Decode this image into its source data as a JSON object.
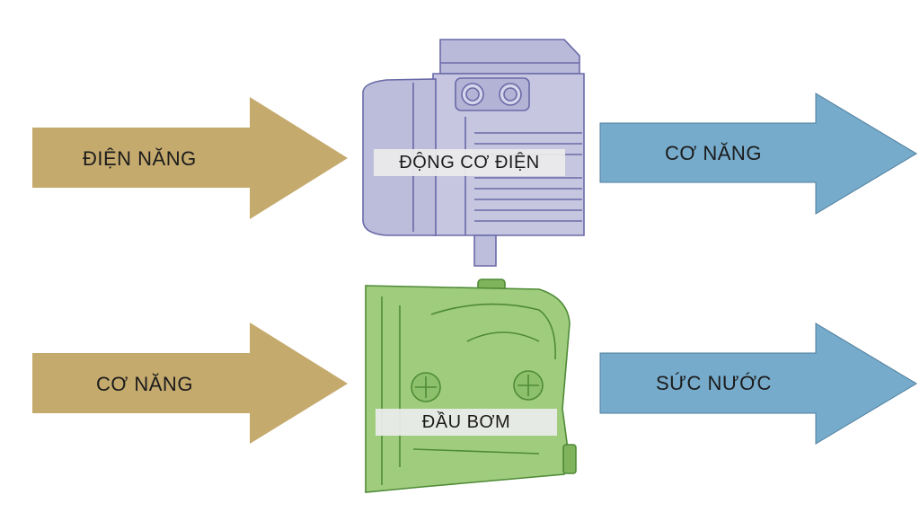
{
  "colors": {
    "input_arrow": "#c5aa6e",
    "output_arrow": "#77abcb",
    "motor": "#a8a8d0",
    "motor_line": "#6a6aa8",
    "pump": "#8fbf6a",
    "pump_line": "#4f8a37"
  },
  "rows": [
    {
      "input_label": "ĐIỆN NĂNG",
      "device_label": "ĐỘNG CƠ ĐIỆN",
      "output_label": "CƠ NĂNG"
    },
    {
      "input_label": "CƠ NĂNG",
      "device_label": "ĐẦU BƠM",
      "output_label": "SỨC NƯỚC"
    }
  ]
}
